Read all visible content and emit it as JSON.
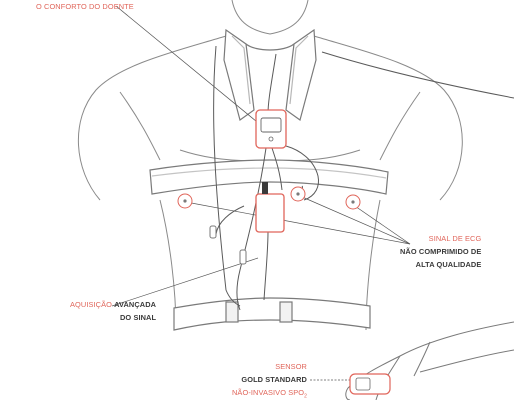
{
  "labels": {
    "comfort": "O CONFORTO DO DOENTE",
    "ecg_line1": "SINAL DE ECG",
    "ecg_line2": "NÃO COMPRIMIDO DE",
    "ecg_line3": "ALTA QUALIDADE",
    "acq_prefix": "AQUISIÇÃO ",
    "acq_bold": "AVANÇADA",
    "acq_line2": "DO SINAL",
    "spo2_line1": "SENSOR",
    "spo2_line2": "GOLD STANDARD",
    "spo2_line3_prefix": "NÃO-INVASIVO SPO",
    "spo2_sub": "2"
  },
  "colors": {
    "accent": "#e0655a",
    "line": "#555555",
    "body": "#ffffff"
  }
}
